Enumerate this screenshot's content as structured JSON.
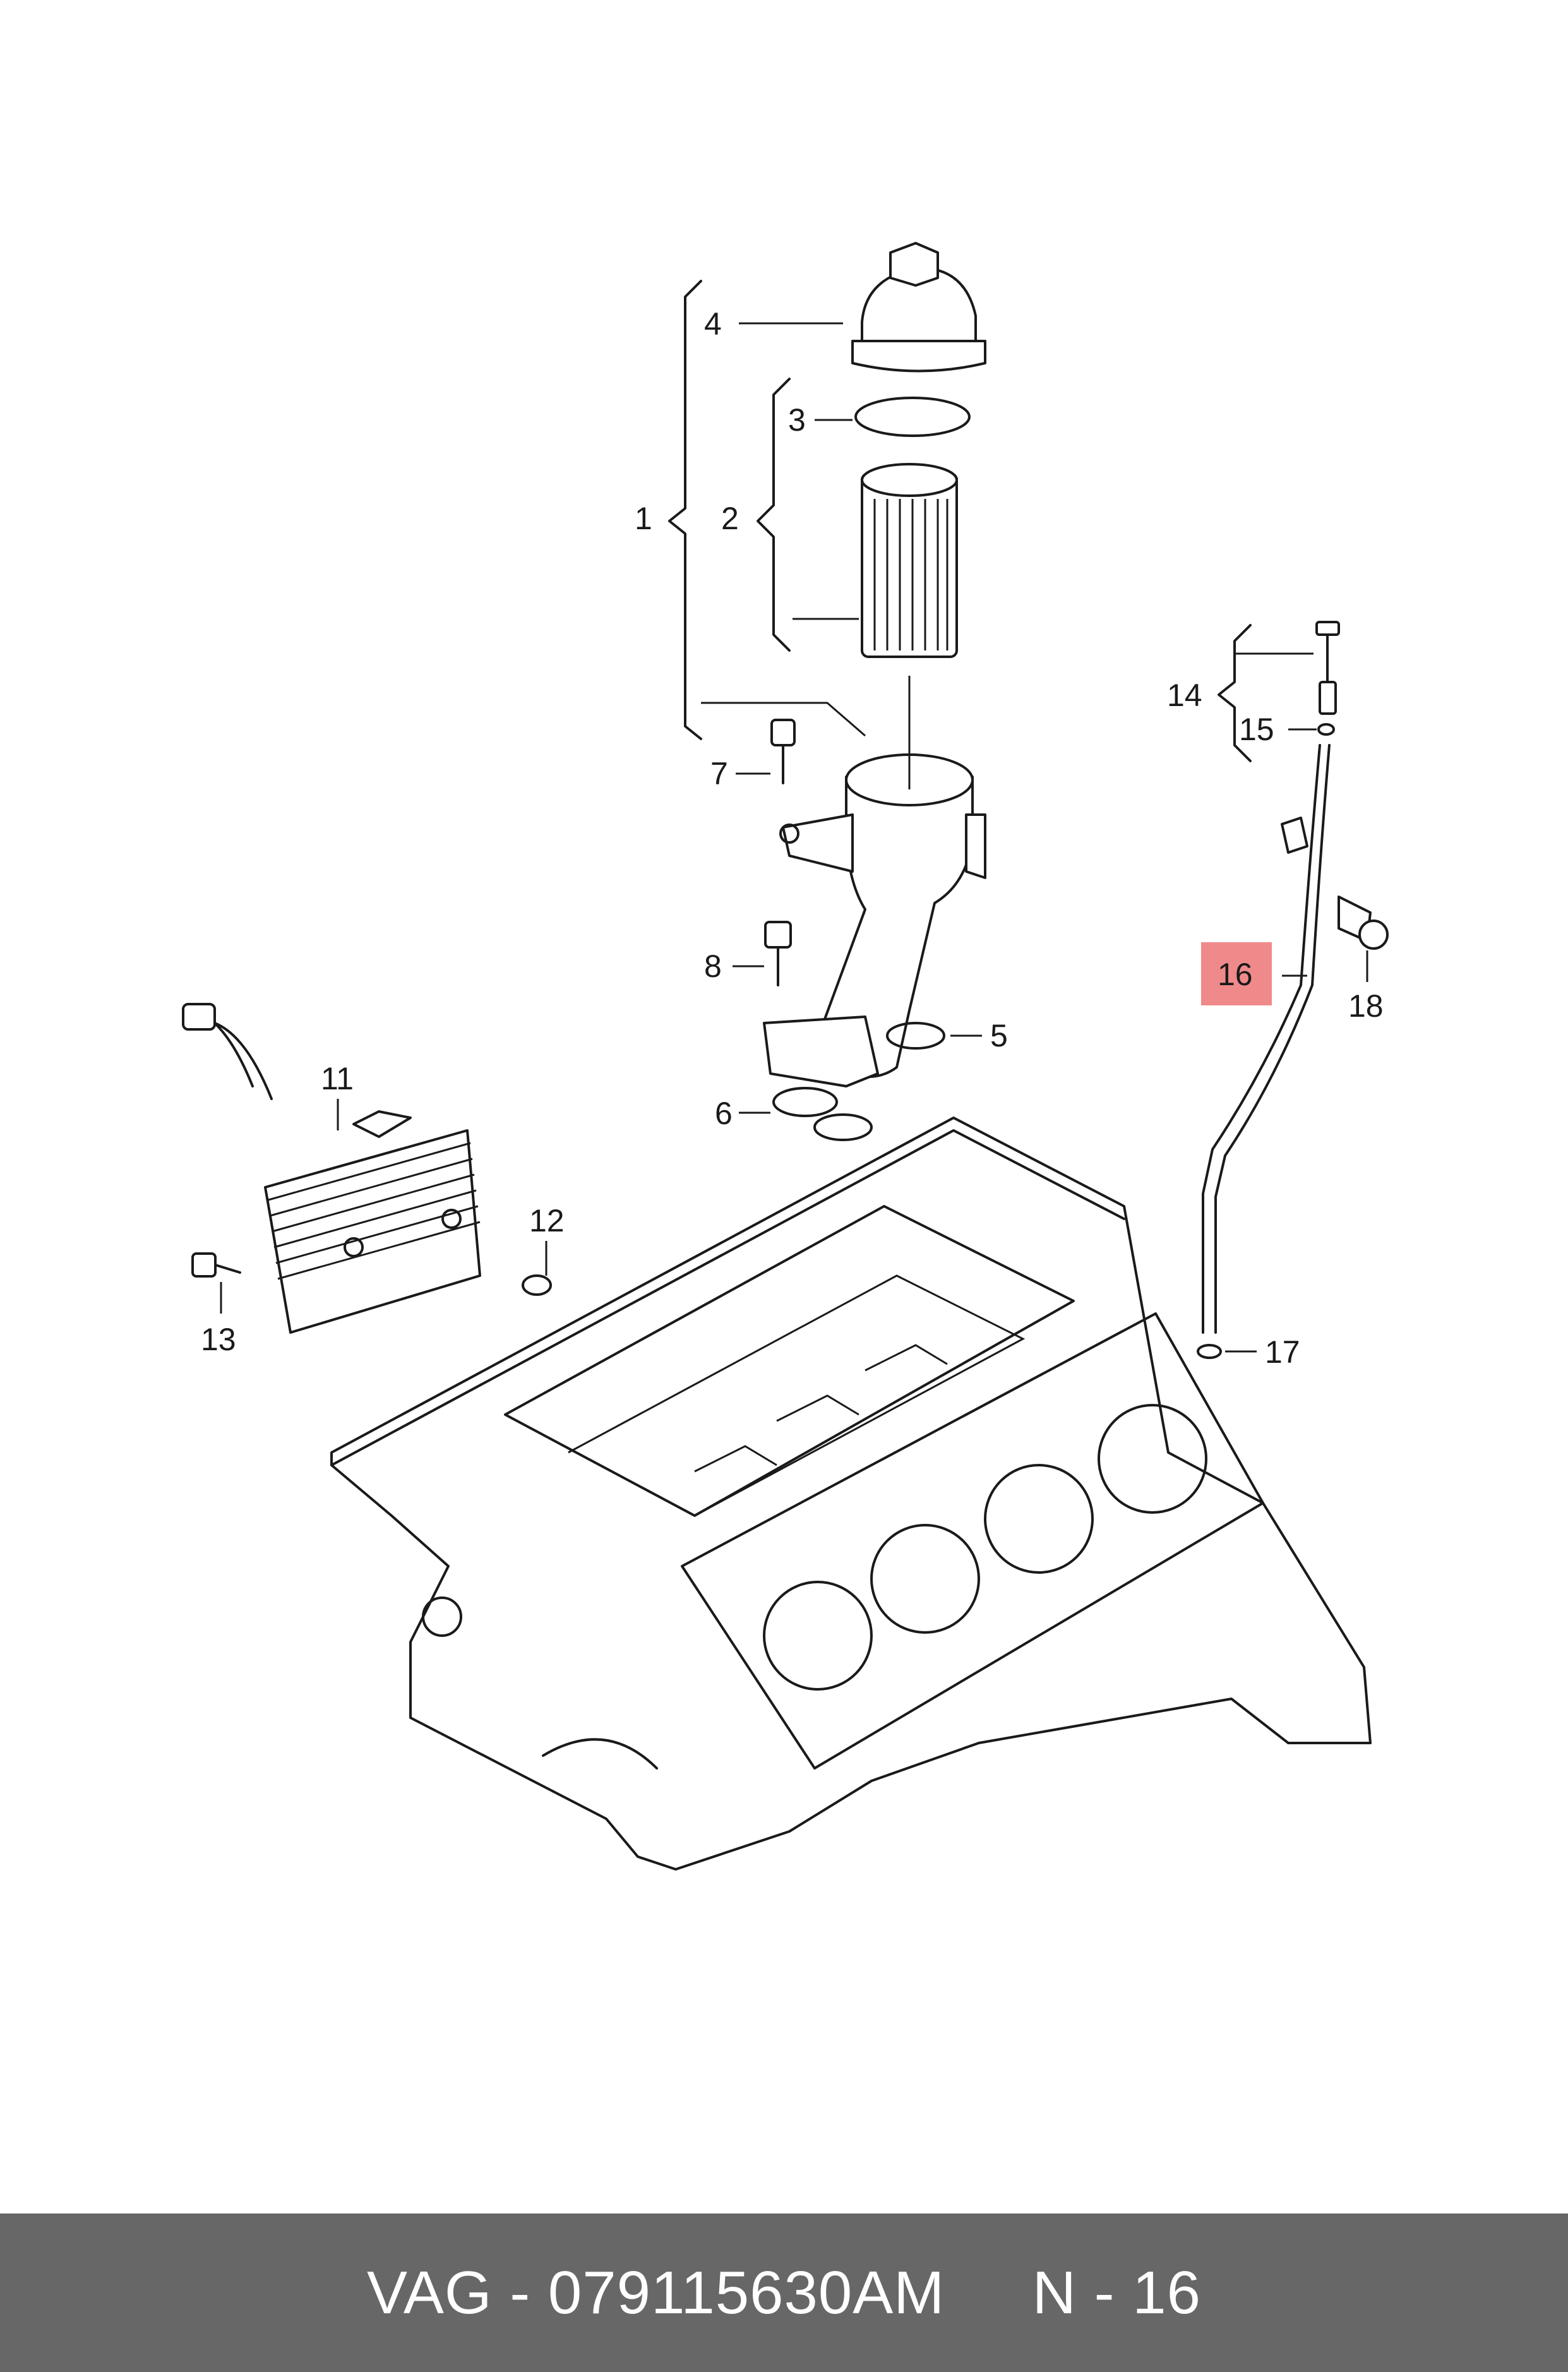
{
  "callouts": [
    "1",
    "2",
    "3",
    "4",
    "5",
    "6",
    "7",
    "8",
    "11",
    "12",
    "13",
    "14",
    "15",
    "16",
    "17",
    "18"
  ],
  "highlight_color": "#f08a8a",
  "footer": {
    "label": "VAG - 079115630AM     N - 16",
    "background": "#676767"
  }
}
